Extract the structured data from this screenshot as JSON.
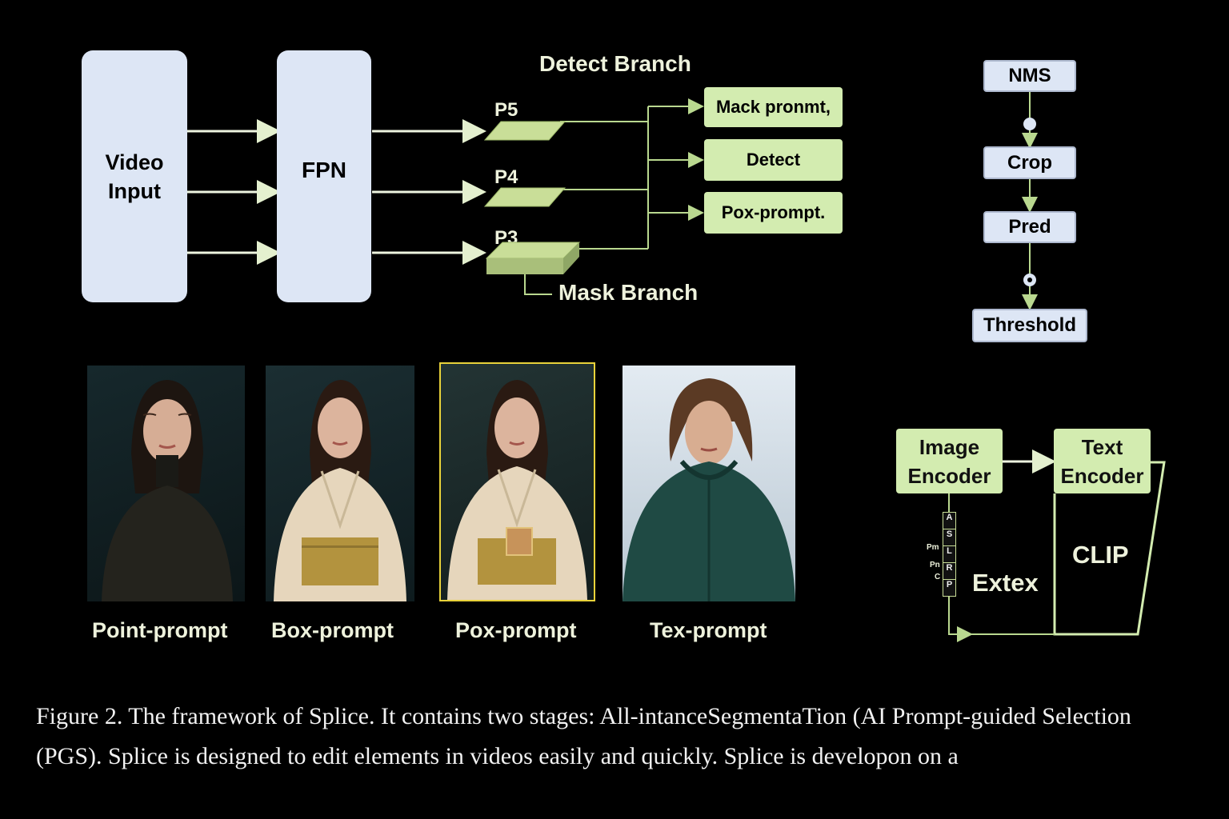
{
  "backbone": {
    "input_label_line1": "Video",
    "input_label_line2": "Input",
    "fpn_label": "FPN"
  },
  "detect_branch": {
    "title": "Detect Branch",
    "levels": [
      "P5",
      "P4",
      "P3"
    ],
    "outputs": [
      "Mack pronmt,",
      "Detect",
      "Pox-prompt."
    ],
    "mask_branch_label": "Mask Branch"
  },
  "pipeline": {
    "steps": [
      "NMS",
      "Crop",
      "Pred",
      "Threshold"
    ]
  },
  "examples": {
    "labels": [
      "Point-prompt",
      "Box-prompt",
      "Pox-prompt",
      "Tex-prompt"
    ],
    "highlighted_index": 2,
    "highlight_color": "#e8d23a"
  },
  "clip_module": {
    "image_encoder_line1": "Image",
    "image_encoder_line2": "Encoder",
    "text_encoder_line1": "Text",
    "text_encoder_line2": "Encoder",
    "clip_label": "CLIP",
    "extex_label": "Extex",
    "stack_letters": [
      "A",
      "S",
      "L",
      "R",
      "P"
    ],
    "side_labels": [
      "Pm",
      "Pn",
      "C"
    ]
  },
  "caption": {
    "line1": "Figure 2. The framework of Splice. It contains two stages: All-intanceSegmentaTion (AI Prompt-guided Selection",
    "line2": "(PGS). Splice is designed to edit elements in videos easily and quickly. Splice is developon on a"
  },
  "colors": {
    "background": "#000000",
    "blue_box": "#dde6f5",
    "green_box": "#d3ecb0",
    "line": "#d8ecb8"
  }
}
